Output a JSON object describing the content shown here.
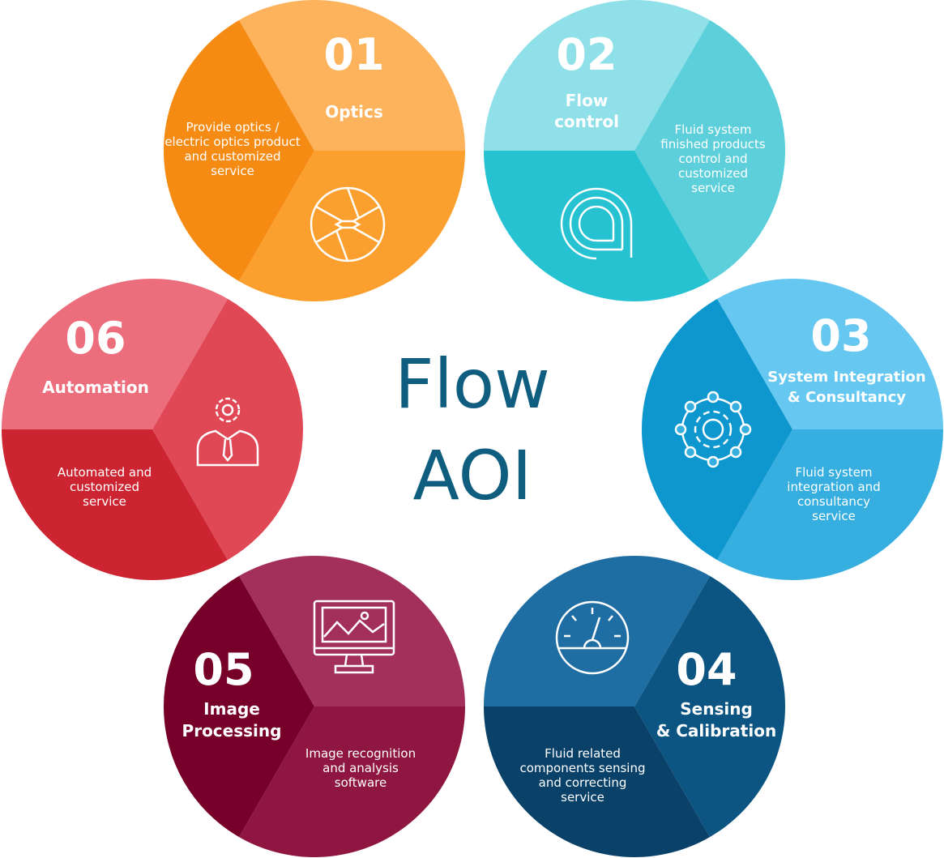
{
  "center_title": {
    "line1": "Flow",
    "line2": "AOI",
    "color": "#0f5e80"
  },
  "items": [
    {
      "number": "01",
      "title": [
        "Optics"
      ],
      "description": "Provide optics / electric optics product and customized service",
      "icon": "camera-aperture-icon",
      "colors": [
        "#fdb25c",
        "#fba02e",
        "#f68b14"
      ]
    },
    {
      "number": "02",
      "title": [
        "Flow",
        "control"
      ],
      "description": "Fluid system finished products control and customized service",
      "icon": "flow-spiral-icon",
      "colors": [
        "#8fe0e8",
        "#5ccfdb",
        "#27c2d2"
      ]
    },
    {
      "number": "03",
      "title": [
        "System Integration",
        "& Consultancy"
      ],
      "description": "Fluid system integration and consultancy service",
      "icon": "gear-network-icon",
      "colors": [
        "#66c8f0",
        "#36aee0",
        "#0e97cf"
      ]
    },
    {
      "number": "04",
      "title": [
        "Sensing",
        "& Calibration"
      ],
      "description": "Fluid related components sensing and correcting service",
      "icon": "gauge-icon",
      "colors": [
        "#1f6ea3",
        "#0c5482",
        "#0a4169"
      ]
    },
    {
      "number": "05",
      "title": [
        "Image",
        "Processing"
      ],
      "description": "Image recognition and analysis software",
      "icon": "monitor-image-icon",
      "colors": [
        "#a3305a",
        "#8e1640",
        "#760029"
      ]
    },
    {
      "number": "06",
      "title": [
        "Automation"
      ],
      "description": "Automated and customized service",
      "icon": "person-gear-icon",
      "colors": [
        "#ec6e7c",
        "#e04855",
        "#cc2531"
      ]
    }
  ]
}
